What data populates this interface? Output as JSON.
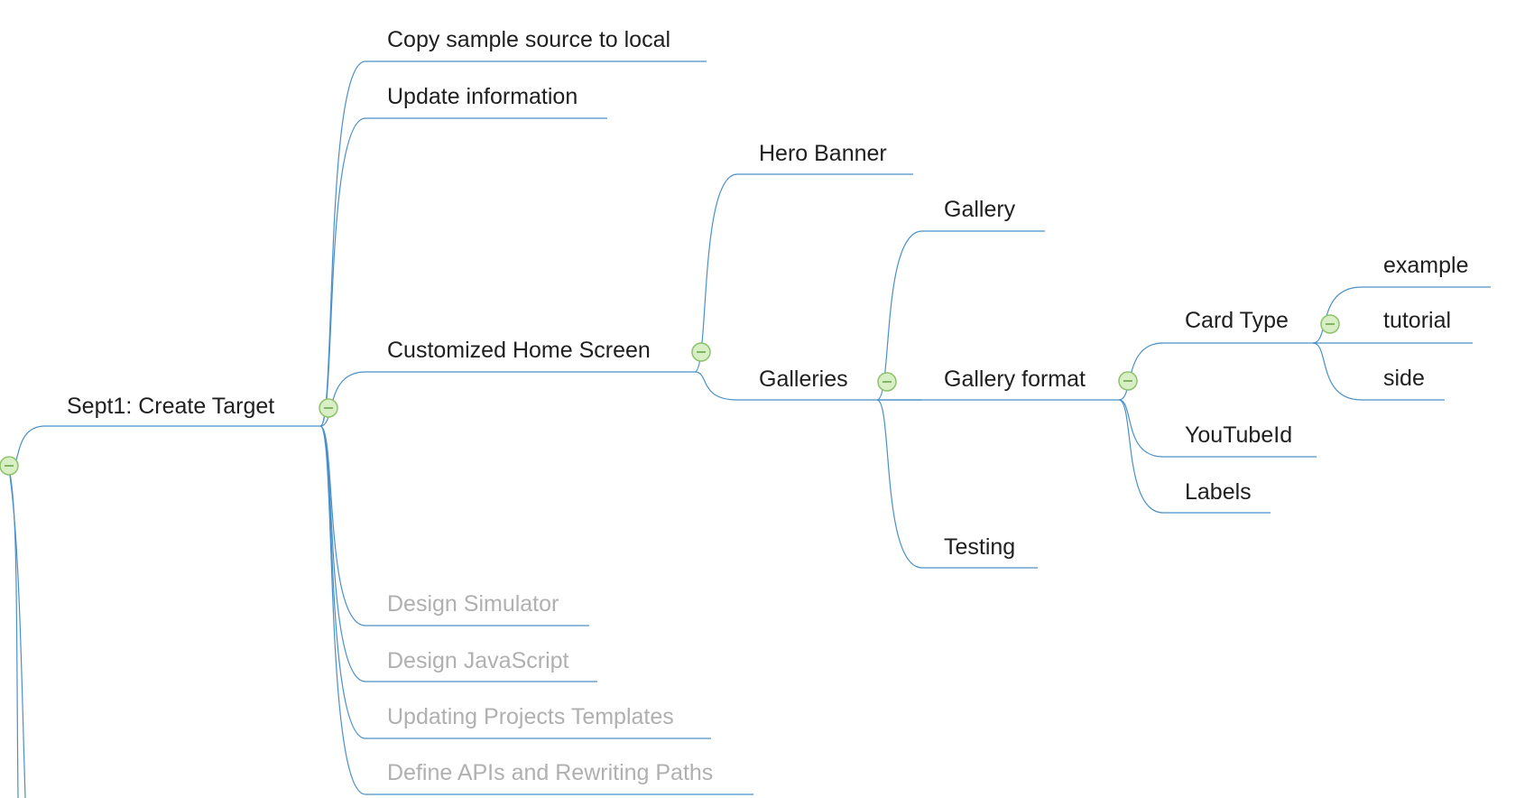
{
  "colors": {
    "line": "#4a90c8",
    "text_active": "#1f1f1f",
    "text_disabled": "#b0b0b0",
    "toggle_fill": "#d8efc6",
    "toggle_stroke": "#8cc26a"
  },
  "nodes": {
    "root": {
      "icon": "collapse-icon"
    },
    "sept1": {
      "label": "Sept1: Create Target",
      "icon": "collapse-icon"
    },
    "copy_sample": {
      "label": "Copy sample source to local"
    },
    "update_info": {
      "label": "Update information"
    },
    "custom_home": {
      "label": "Customized Home Screen",
      "icon": "collapse-icon"
    },
    "hero_banner": {
      "label": "Hero Banner"
    },
    "galleries": {
      "label": "Galleries",
      "icon": "collapse-icon"
    },
    "gallery": {
      "label": "Gallery"
    },
    "gallery_format": {
      "label": "Gallery format",
      "icon": "collapse-icon"
    },
    "testing": {
      "label": "Testing"
    },
    "card_type": {
      "label": "Card Type",
      "icon": "collapse-icon"
    },
    "youtube_id": {
      "label": "YouTubeId"
    },
    "labels": {
      "label": "Labels"
    },
    "example": {
      "label": "example"
    },
    "tutorial": {
      "label": "tutorial"
    },
    "side": {
      "label": "side"
    },
    "design_sim": {
      "label": "Design Simulator",
      "disabled": true
    },
    "design_js": {
      "label": "Design JavaScript",
      "disabled": true
    },
    "updating_tpl": {
      "label": "Updating Projects Templates",
      "disabled": true
    },
    "define_apis": {
      "label": "Define APIs and Rewriting Paths",
      "disabled": true
    }
  }
}
